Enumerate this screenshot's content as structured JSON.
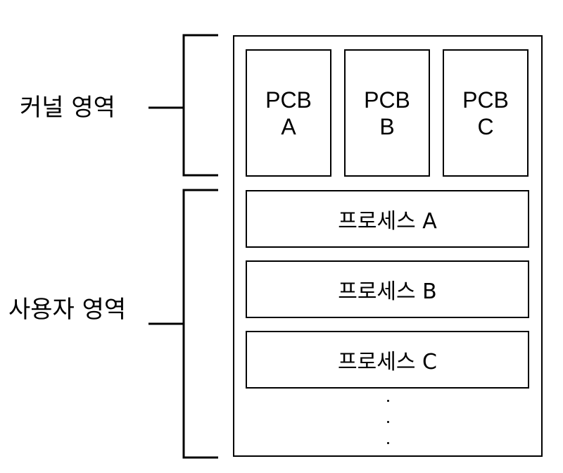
{
  "regions": {
    "kernel_label": "커널 영역",
    "user_label": "사용자 영역"
  },
  "pcbs": [
    {
      "line1": "PCB",
      "line2": "A"
    },
    {
      "line1": "PCB",
      "line2": "B"
    },
    {
      "line1": "PCB",
      "line2": "C"
    }
  ],
  "processes": [
    {
      "label": "프로세스 A"
    },
    {
      "label": "프로세스 B"
    },
    {
      "label": "프로세스 C"
    }
  ],
  "colors": {
    "stroke": "#000000",
    "background": "#ffffff"
  }
}
